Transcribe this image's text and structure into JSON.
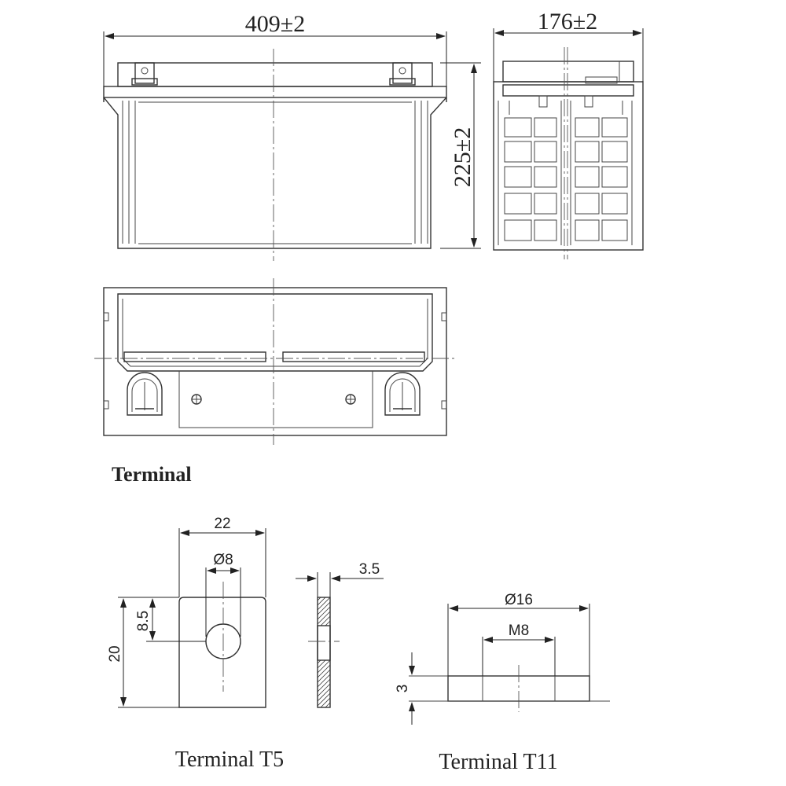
{
  "dimensions": {
    "length": "409±2",
    "width": "176±2",
    "height": "225±2"
  },
  "section_title": "Terminal",
  "terminal_t5": {
    "caption": "Terminal T5",
    "width": "22",
    "hole": "Ø8",
    "thickness": "3.5",
    "hole_offset": "8.5",
    "height": "20"
  },
  "terminal_t11": {
    "caption": "Terminal T11",
    "outer": "Ø16",
    "thread": "M8",
    "height": "3"
  }
}
